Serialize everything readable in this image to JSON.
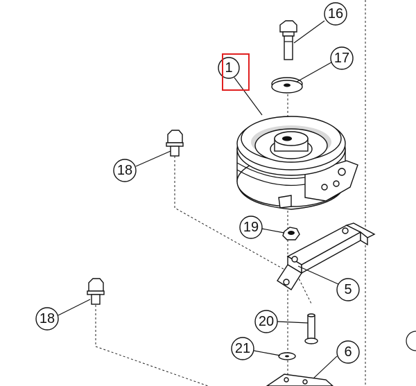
{
  "callouts": {
    "c1": "1",
    "c5": "5",
    "c6": "6",
    "c16": "16",
    "c17": "17",
    "c18a": "18",
    "c18b": "18",
    "c19": "19",
    "c20": "20",
    "c21": "21"
  },
  "colors": {
    "highlight": "#e02020",
    "ink": "#111111"
  }
}
